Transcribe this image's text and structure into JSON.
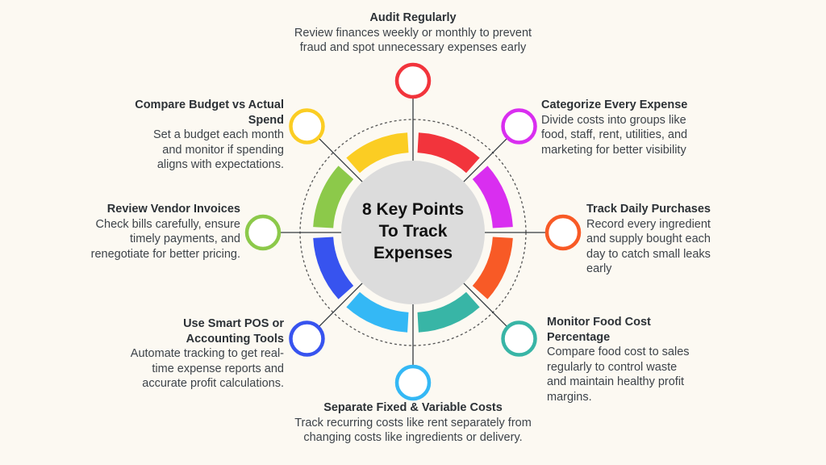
{
  "center": {
    "title_lines": [
      "8 Key Points",
      "To Track",
      "Expenses"
    ]
  },
  "points": [
    {
      "id": "audit",
      "title": "Audit Regularly",
      "desc": "Review finances weekly or monthly to prevent fraud and spot unnecessary expenses early",
      "color": "#f2343c"
    },
    {
      "id": "categorize",
      "title": "Categorize Every Expense",
      "desc": "Divide costs into groups like food, staff, rent, utilities, and marketing for better visibility",
      "color": "#d92ef0"
    },
    {
      "id": "daily",
      "title": "Track Daily Purchases",
      "desc": "Record every ingredient and supply bought each day to catch small leaks early",
      "color": "#f85a26"
    },
    {
      "id": "foodcost",
      "title": "Monitor Food Cost Percentage",
      "desc": "Compare food cost to sales regularly to control waste and maintain healthy profit margins.",
      "color": "#38b5a6"
    },
    {
      "id": "fixed",
      "title": "Separate Fixed & Variable Costs",
      "desc": "Track recurring costs like rent separately from changing costs like ingredients or delivery.",
      "color": "#34b8f5"
    },
    {
      "id": "pos",
      "title": "Use Smart POS or Accounting Tools",
      "desc": "Automate tracking to get real-time expense reports and accurate profit calculations.",
      "color": "#3753ef"
    },
    {
      "id": "vendor",
      "title": "Review Vendor Invoices",
      "desc": "Check bills carefully, ensure timely payments, and renegotiate for better pricing.",
      "color": "#8cc94a"
    },
    {
      "id": "budget",
      "title": "Compare Budget vs Actual Spend",
      "desc": "Set a budget each month and monitor if spending aligns with expectations.",
      "color": "#fbcd23"
    }
  ]
}
